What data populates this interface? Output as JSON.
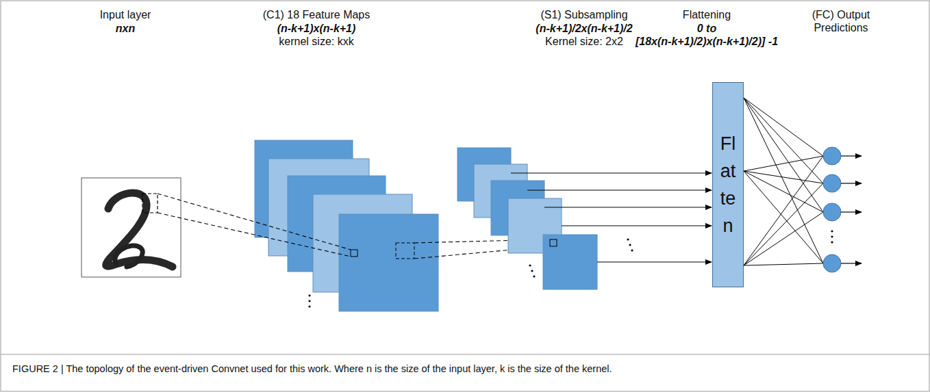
{
  "diagram": {
    "caption": "FIGURE 2 | The topology of the event-driven Convnet used for this work. Where n is the size of the input layer, k is the size of the kernel.",
    "nodes": [
      {
        "text": [
          "Flatten"
        ]
      }
    ],
    "labels": [
      "Input layer",
      "nxn",
      "(C1) 18 Feature Maps",
      "(n-k+1)x(n-k+1)",
      "kernel size: kxk",
      "(S1) Subsampling",
      "(n-k+1)/2x(n-k+1)/2",
      "Kernel size: 2x2",
      "Flattening",
      "0 to",
      "[18x(n-k+1)/2)x(n-k+1)/2)] -1",
      "(FC) Output Predictions"
    ]
  }
}
